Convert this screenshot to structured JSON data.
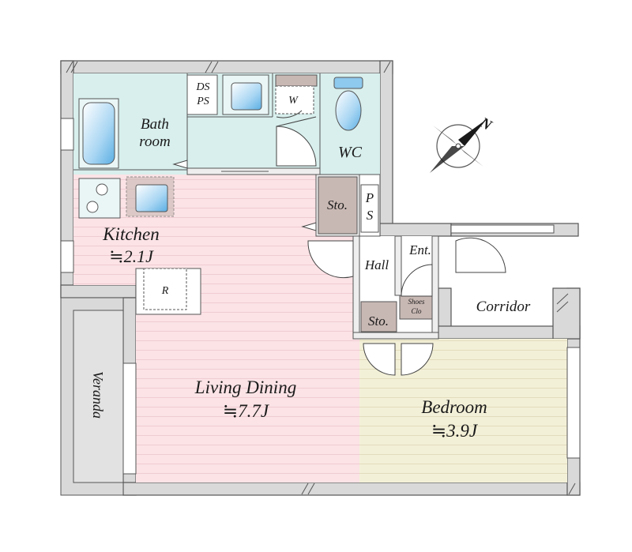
{
  "rooms": {
    "bath": {
      "line1": "Bath",
      "line2": "room"
    },
    "dsps": {
      "line1": "DS",
      "line2": "PS"
    },
    "wm": "W",
    "wc": "WC",
    "sto1": "Sto.",
    "ps": {
      "line1": "P",
      "line2": "S"
    },
    "kitchen": {
      "name": "Kitchen",
      "size": "≒2.1J"
    },
    "fridge": "R",
    "hall": "Hall",
    "ent": "Ent.",
    "shoes": {
      "line1": "Shoes",
      "line2": "Clo"
    },
    "sto2": "Sto.",
    "corridor": "Corridor",
    "veranda": "Veranda",
    "living": {
      "name": "Living Dining",
      "size": "≒7.7J"
    },
    "bedroom": {
      "name": "Bedroom",
      "size": "≒3.9J"
    }
  },
  "compass": {
    "north": "N"
  },
  "colors": {
    "wet_area": "#d8efed",
    "living": "#fbe3e6",
    "bedroom": "#f3f0d8",
    "storage": "#c8b8b3",
    "wall": "#d9d9d9",
    "fixture": "#8ec9ee"
  }
}
